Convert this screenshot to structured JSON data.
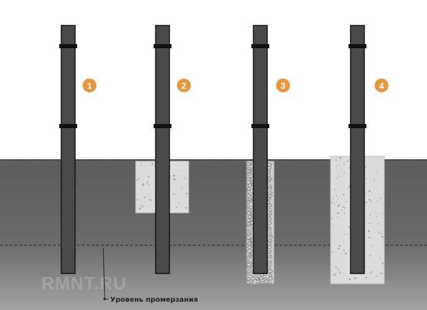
{
  "colors": {
    "background": "#ffffff",
    "ground_top": "#5e5e5e",
    "ground_bottom": "#9a9a9a",
    "post_fill": "#4a4a4a",
    "post_outline": "#111111",
    "band": "#111111",
    "concrete": "#d9d9d9",
    "gravel": "#cfcfcf",
    "marker_orange": "#e9963c"
  },
  "posts": [
    {
      "number": "1",
      "foundation": "none"
    },
    {
      "number": "2",
      "foundation": "shallow-concrete"
    },
    {
      "number": "3",
      "foundation": "gravel-backfill"
    },
    {
      "number": "4",
      "foundation": "deep-concrete"
    }
  ],
  "frost_line": {
    "label": "Уровень промерзания"
  },
  "watermark": {
    "text": "RMNT.RU"
  }
}
